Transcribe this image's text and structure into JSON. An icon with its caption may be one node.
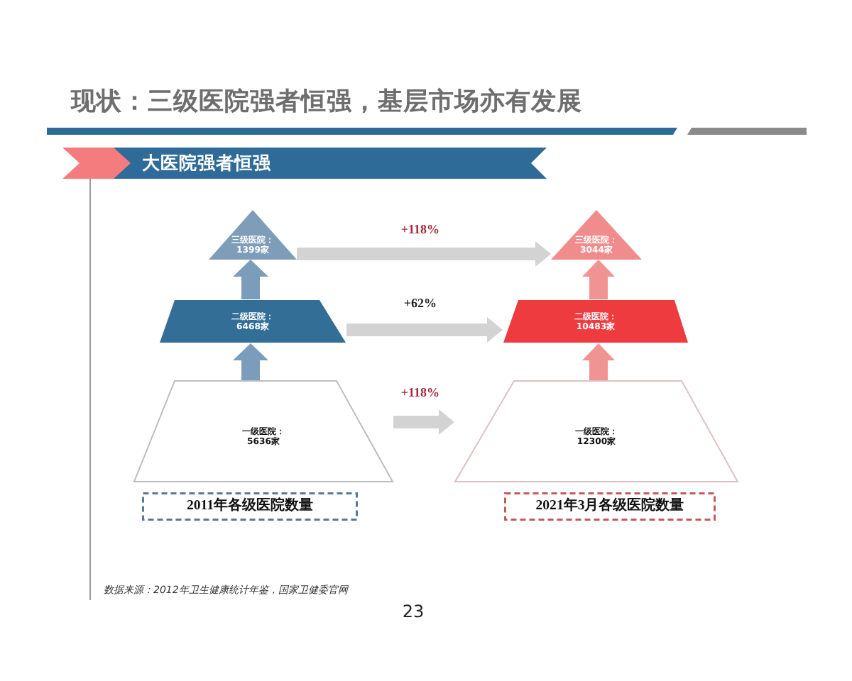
{
  "diagram": {
    "title": "现状：三级医院强者恒强，基层市场亦有发展",
    "nodes": [
      {
        "text": [
          "大医院强者恒强"
        ]
      },
      {
        "text": [
          "三级医院：1399家"
        ]
      },
      {
        "text": [
          "二级医院：6468家"
        ]
      },
      {
        "text": [
          "一级医院：5636家"
        ]
      },
      {
        "text": [
          "三级医院：3044家"
        ]
      },
      {
        "text": [
          "二级医院：10483家"
        ]
      },
      {
        "text": [
          "一级医院：12300家"
        ]
      },
      {
        "text": [
          "2011年各级医院数量"
        ]
      },
      {
        "text": [
          "2021年3月各级医院数量"
        ]
      }
    ],
    "edges": [
      {
        "from": 2,
        "to": 1,
        "arrow": "to",
        "color": "#7b9cba"
      },
      {
        "from": 3,
        "to": 2,
        "arrow": "to",
        "color": "#7b9cba"
      },
      {
        "from": 1,
        "to": 4,
        "arrow": "to",
        "label": "+118%"
      },
      {
        "from": 2,
        "to": 5,
        "arrow": "to",
        "label": "+62%"
      },
      {
        "from": 3,
        "to": 6,
        "arrow": "to",
        "label": "+118%"
      },
      {
        "from": 5,
        "to": 4,
        "arrow": "to",
        "color": "#f29393"
      },
      {
        "from": 6,
        "to": 5,
        "arrow": "to",
        "color": "#f29393"
      }
    ],
    "labels": [
      "数据来源：2012年卫生健康统计年鉴，国家卫健委官网",
      "23"
    ]
  }
}
